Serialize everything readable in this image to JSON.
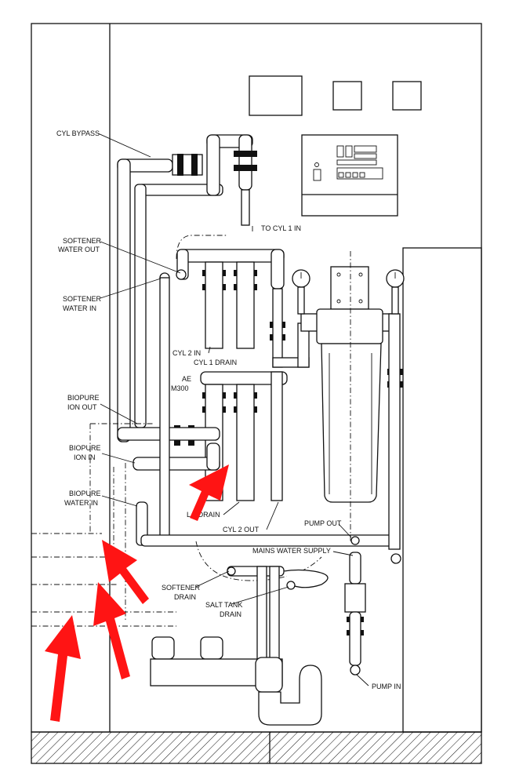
{
  "labels": {
    "cyl_bypass": "CYL BYPASS",
    "to_cyl_1_in": "TO CYL 1 IN",
    "softener_water_out_1": "SOFTENER",
    "softener_water_out_2": "WATER OUT",
    "softener_water_in_1": "SOFTENER",
    "softener_water_in_2": "WATER IN",
    "cyl_2_in": "CYL 2 IN",
    "cyl_1_drain": "CYL 1 DRAIN",
    "ae_1": "AE",
    "ae_2": "M300",
    "biopure_ion_out_1": "BIOPURE",
    "biopure_ion_out_2": "ION OUT",
    "biopure_ion_in_1": "BIOPURE",
    "biopure_ion_in_2": "ION IN",
    "biopure_water_in_1": "BIOPURE",
    "biopure_water_in_2": "WATER IN",
    "cyl_2_drain": "L 2 DRAIN",
    "cyl_2_out": "CYL 2 OUT",
    "pump_out": "PUMP OUT",
    "mains_water_supply": "MAINS WATER SUPPLY",
    "softener_drain_1": "SOFTENER",
    "softener_drain_2": "DRAIN",
    "salt_tank_drain_1": "SALT TANK",
    "salt_tank_drain_2": "DRAIN",
    "pump_in": "PUMP IN"
  },
  "colors": {
    "arrow": "#ff1414",
    "line": "#111111",
    "background": "#ffffff"
  },
  "icons": {
    "arrow": "red-arrow-icon",
    "valve": "valve-icon",
    "gauge": "pressure-gauge-icon"
  }
}
